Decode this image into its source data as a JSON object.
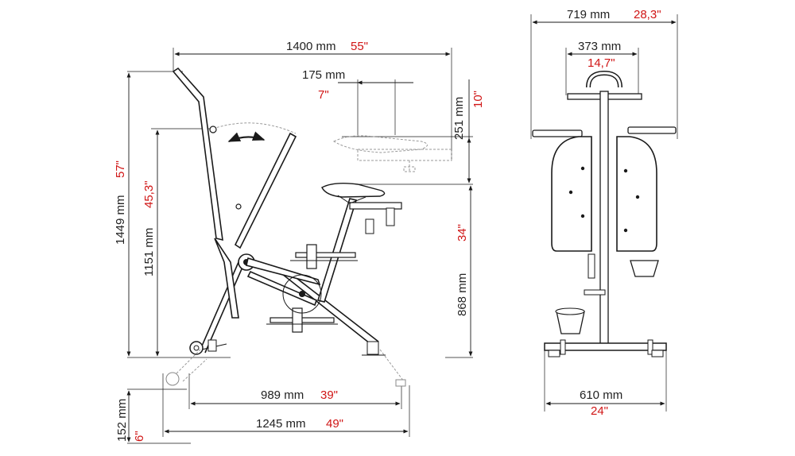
{
  "dimensions": {
    "side_length": {
      "mm": "1400  mm",
      "inch": "55\""
    },
    "saddle_setback": {
      "mm": "175  mm",
      "inch": "7\""
    },
    "saddle_travel": {
      "mm": "251  mm",
      "inch": "10\""
    },
    "total_height": {
      "mm": "1449  mm",
      "inch": "57\""
    },
    "handle_height": {
      "mm": "1151  mm",
      "inch": "45,3\""
    },
    "saddle_height": {
      "mm": "868  mm",
      "inch": "34\""
    },
    "base_depth": {
      "mm": "989  mm",
      "inch": "39\""
    },
    "overall_depth": {
      "mm": "1245  mm",
      "inch": "49\""
    },
    "wheel_height": {
      "mm": "152  mm",
      "inch": "6\""
    },
    "front_width": {
      "mm": "719  mm",
      "inch": "28,3\""
    },
    "handlebar_width": {
      "mm": "373  mm",
      "inch": "14,7\""
    },
    "base_width": {
      "mm": "610  mm",
      "inch": "24\""
    }
  },
  "colors": {
    "mm_text": "#222222",
    "inch_text": "#d01515",
    "lines": "#1a1a1a"
  },
  "icons": [
    "double-arrow-icon",
    "wheel-icon",
    "pedal-icon",
    "saddle-icon"
  ]
}
